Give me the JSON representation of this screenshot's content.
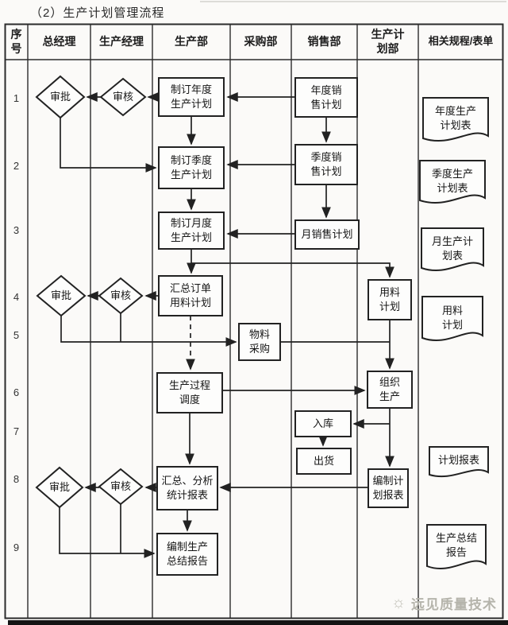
{
  "page": {
    "title": "（2）生产计划管理流程"
  },
  "table": {
    "columns": [
      "序\n号",
      "总经理",
      "生产经理",
      "生产部",
      "采购部",
      "销售部",
      "生产计\n划部",
      "相关规程/表单"
    ],
    "row_numbers": [
      "1",
      "2",
      "3",
      "4",
      "5",
      "6",
      "7",
      "8",
      "9"
    ]
  },
  "nodes": {
    "approve_1": "审批",
    "review_1": "审核",
    "make_annual_plan": "制订年度\n生产计划",
    "annual_sales_plan": "年度销\n售计划",
    "make_quarterly_plan": "制订季度\n生产计划",
    "quarterly_sales_plan": "季度销\n售计划",
    "make_monthly_plan": "制订月度\n生产计划",
    "monthly_sales_plan": "月销售计划",
    "summarize_order_material": "汇总订单\n用料计划",
    "approve_4": "审批",
    "review_4": "审核",
    "material_plan": "用料\n计划",
    "material_purchase": "物料\n采购",
    "production_dispatch": "生产过程\n调度",
    "organize_production": "组织\n生产",
    "warehouse_in": "入库",
    "ship_out": "出货",
    "summarize_reports": "汇总、分析\n统计报表",
    "approve_8": "审批",
    "review_8": "审核",
    "make_plan_report": "编制计\n划报表",
    "make_summary_report": "编制生产\n总结报告"
  },
  "docs": {
    "annual_plan_form": "年度生产\n计划表",
    "quarterly_plan_form": "季度生产\n计划表",
    "monthly_plan_form": "月生产计\n划表",
    "material_plan_form": "用料\n计划",
    "plan_report_form": "计划报表",
    "summary_report_form": "生产总结\n报告"
  },
  "watermark": {
    "icon": "☼",
    "text": "远见质量技术"
  },
  "colors": {
    "line": "#2b2b2b",
    "background": "#fbfaf8",
    "watermark": "#b5b4ab",
    "bottom_bar": "#141414"
  }
}
